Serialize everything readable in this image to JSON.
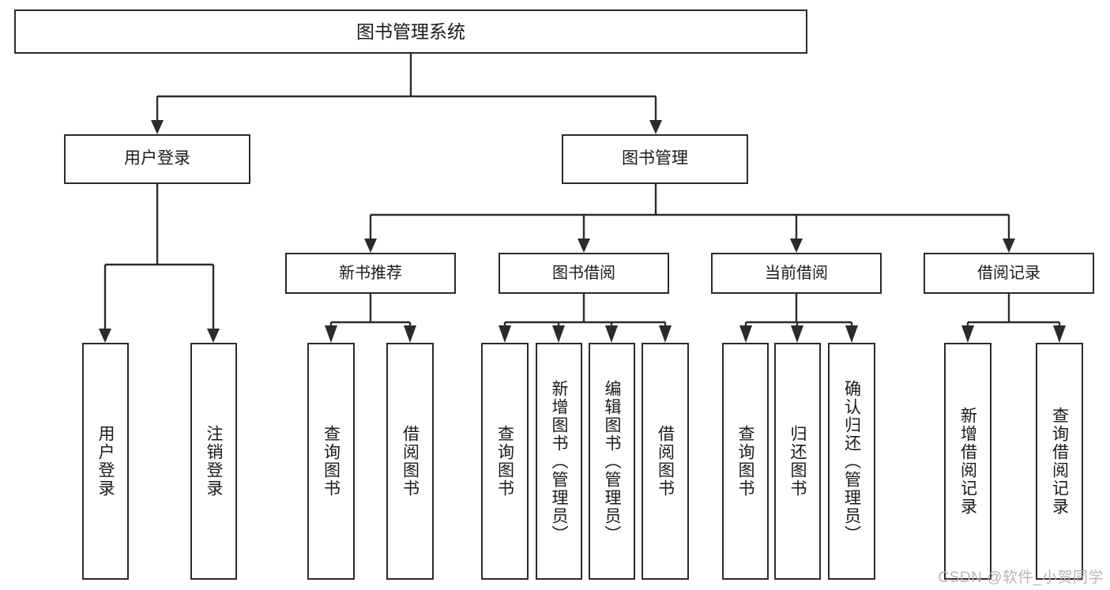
{
  "diagram": {
    "title": "图书管理系统",
    "type": "tree",
    "root": {
      "id": "root",
      "label": "图书管理系统"
    },
    "level2": [
      {
        "id": "user-login",
        "label": "用户登录"
      },
      {
        "id": "book-manage",
        "label": "图书管理"
      }
    ],
    "level3": [
      {
        "id": "new-book-rec",
        "label": "新书推荐",
        "parent": "book-manage"
      },
      {
        "id": "book-borrow",
        "label": "图书借阅",
        "parent": "book-manage"
      },
      {
        "id": "current-borrow",
        "label": "当前借阅",
        "parent": "book-manage"
      },
      {
        "id": "borrow-record",
        "label": "借阅记录",
        "parent": "book-manage"
      }
    ],
    "leaves": {
      "user_login": [
        {
          "id": "leaf-user-login",
          "label": "用户登录"
        },
        {
          "id": "leaf-user-logout",
          "label": "注销登录"
        }
      ],
      "new_book_rec": [
        {
          "id": "leaf-query-book-1",
          "label": "查询图书"
        },
        {
          "id": "leaf-borrow-book-1",
          "label": "借阅图书"
        }
      ],
      "book_borrow": [
        {
          "id": "leaf-query-book-2",
          "label": "查询图书"
        },
        {
          "id": "leaf-add-book",
          "label": "新增图书（管理员）"
        },
        {
          "id": "leaf-edit-book",
          "label": "编辑图书（管理员）"
        },
        {
          "id": "leaf-borrow-book-2",
          "label": "借阅图书"
        }
      ],
      "current_borrow": [
        {
          "id": "leaf-query-book-3",
          "label": "查询图书"
        },
        {
          "id": "leaf-return-book",
          "label": "归还图书"
        },
        {
          "id": "leaf-confirm-return",
          "label": "确认归还（管理员）"
        }
      ],
      "borrow_record": [
        {
          "id": "leaf-add-record",
          "label": "新增借阅记录"
        },
        {
          "id": "leaf-query-record",
          "label": "查询借阅记录"
        }
      ]
    }
  },
  "watermark": {
    "text": "CSDN @软件_小贺同学"
  },
  "colors": {
    "border": "#2b2b2b",
    "background": "#ffffff",
    "text": "#1a1a1a",
    "watermark": "#b6b6b6"
  }
}
